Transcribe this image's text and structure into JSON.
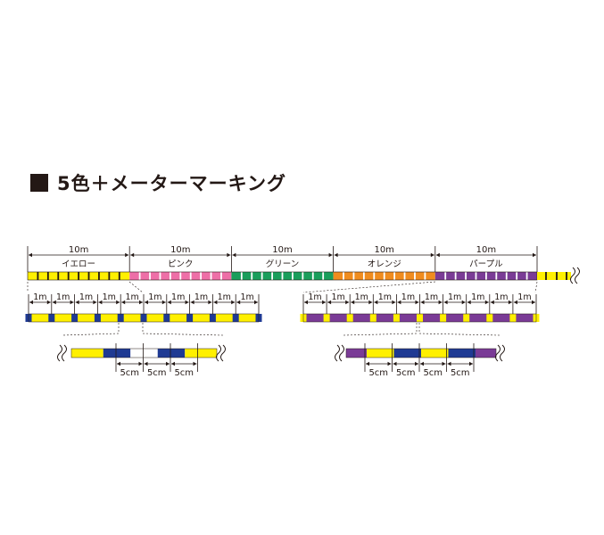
{
  "title": "5色＋メーターマーキング",
  "colors": {
    "ink": "#231815",
    "yellow": "#fff000",
    "pink": "#ee6fa7",
    "green": "#1a9e5b",
    "orange": "#f08c1e",
    "purple": "#7a3b96",
    "navy": "#1f3a93",
    "white": "#ffffff"
  },
  "segments": [
    {
      "length": "10m",
      "name": "イエロー",
      "color_key": "yellow"
    },
    {
      "length": "10m",
      "name": "ピンク",
      "color_key": "pink"
    },
    {
      "length": "10m",
      "name": "グリーン",
      "color_key": "green"
    },
    {
      "length": "10m",
      "name": "オレンジ",
      "color_key": "orange"
    },
    {
      "length": "10m",
      "name": "パープル",
      "color_key": "purple"
    }
  ],
  "meter_label": "1m",
  "cm_label": "5cm",
  "left_detail": {
    "base_color_key": "yellow",
    "mark_color_key": "navy",
    "meter_count": 10,
    "cm_count": 3,
    "pattern": [
      "yellow",
      "navy",
      "white",
      "navy",
      "yellow"
    ]
  },
  "right_detail": {
    "base_color_key": "purple",
    "mark_color_key": "yellow",
    "meter_count": 10,
    "cm_count": 4,
    "pattern": [
      "purple",
      "yellow",
      "navy",
      "yellow",
      "navy",
      "purple"
    ]
  }
}
